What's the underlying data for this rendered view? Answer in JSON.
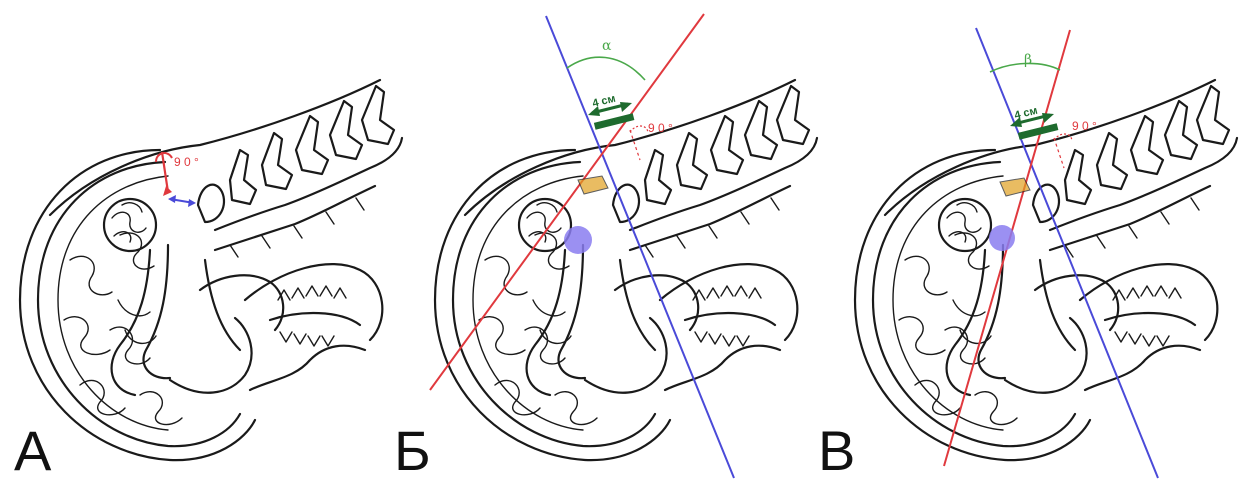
{
  "colors": {
    "ink": "#1a1a1a",
    "red": "#e0393e",
    "blue": "#4a4ad8",
    "green": "#1e6b2e",
    "light_green": "#4aa84a",
    "violet": "#8a7cf0",
    "orange": "#e0a020"
  },
  "panels": [
    {
      "letter": "А",
      "angle_label": "9 0 °"
    },
    {
      "letter": "Б",
      "angle_label": "9 0 °",
      "distance_label": "4 см",
      "greek": "α"
    },
    {
      "letter": "В",
      "angle_label": "9 0 °",
      "distance_label": "4 см",
      "greek": "β"
    }
  ]
}
